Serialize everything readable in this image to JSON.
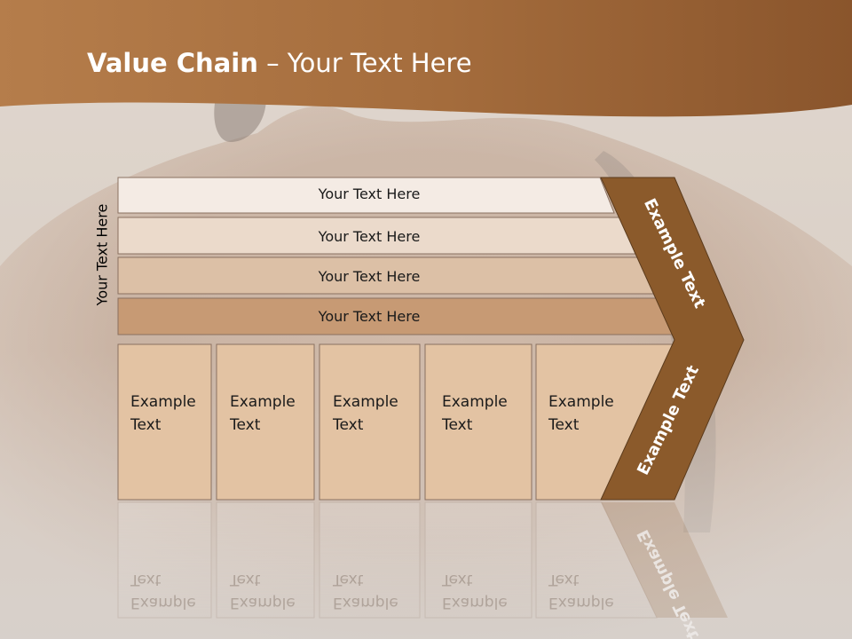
{
  "slide": {
    "title_bold": "Value Chain",
    "title_rest": " – Your Text Here",
    "side_label": "Your Text Here"
  },
  "support_rows": [
    {
      "label": "Your Text Here",
      "color": "#f4ebe4"
    },
    {
      "label": "Your Text Here",
      "color": "#ebdacb"
    },
    {
      "label": "Your Text Here",
      "color": "#dcc0a6"
    },
    {
      "label": "Your Text Here",
      "color": "#c79a74"
    }
  ],
  "primary_cells": [
    {
      "line1": "Example",
      "line2": "Text"
    },
    {
      "line1": "Example",
      "line2": "Text"
    },
    {
      "line1": "Example",
      "line2": "Text"
    },
    {
      "line1": "Example",
      "line2": "Text"
    },
    {
      "line1": "Example",
      "line2": "Text"
    }
  ],
  "chevron": {
    "upper_text": "Example Text",
    "lower_text": "Example Text",
    "color": "#8b5a2b"
  },
  "colors": {
    "header_band": "#a8703f",
    "cell_fill": "#e3c3a3"
  }
}
